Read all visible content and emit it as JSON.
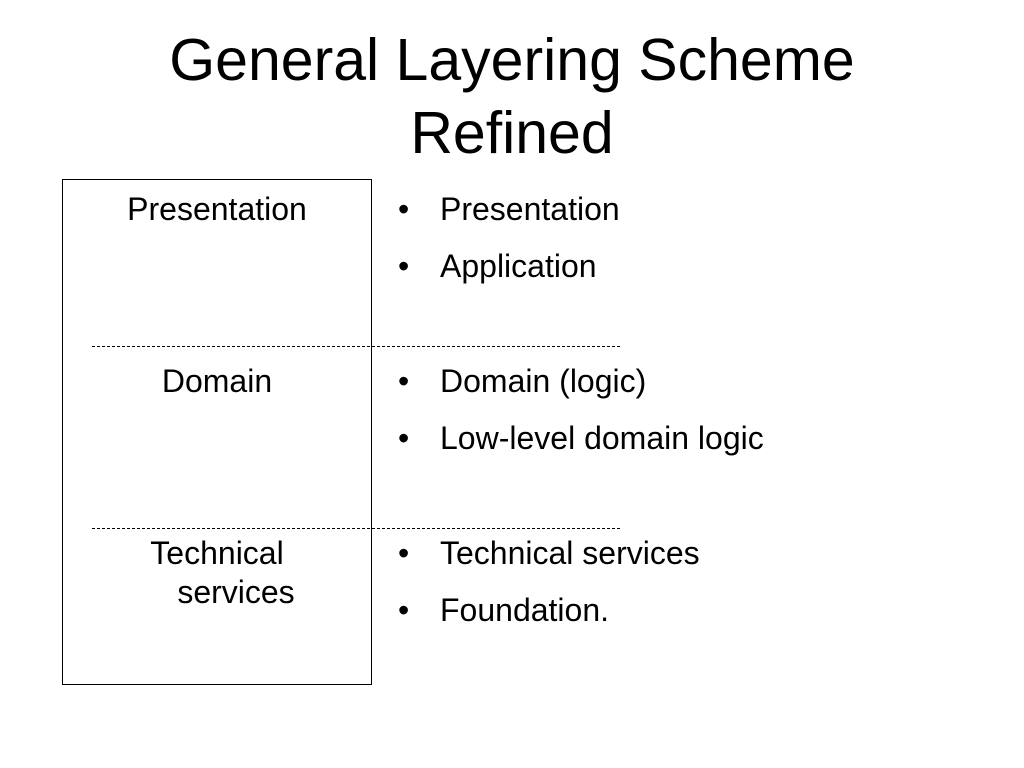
{
  "slide": {
    "title_line1": "General Layering Scheme",
    "title_line2": "Refined"
  },
  "layers": [
    {
      "label_line1": "Presentation",
      "label_line2": "",
      "bullets": [
        "Presentation",
        "Application"
      ]
    },
    {
      "label_line1": "Domain",
      "label_line2": "",
      "bullets": [
        "Domain (logic)",
        "Low-level domain logic"
      ]
    },
    {
      "label_line1": "Technical",
      "label_line2": "services",
      "bullets": [
        "Technical services",
        "Foundation."
      ]
    }
  ],
  "bullet_glyph": "•"
}
